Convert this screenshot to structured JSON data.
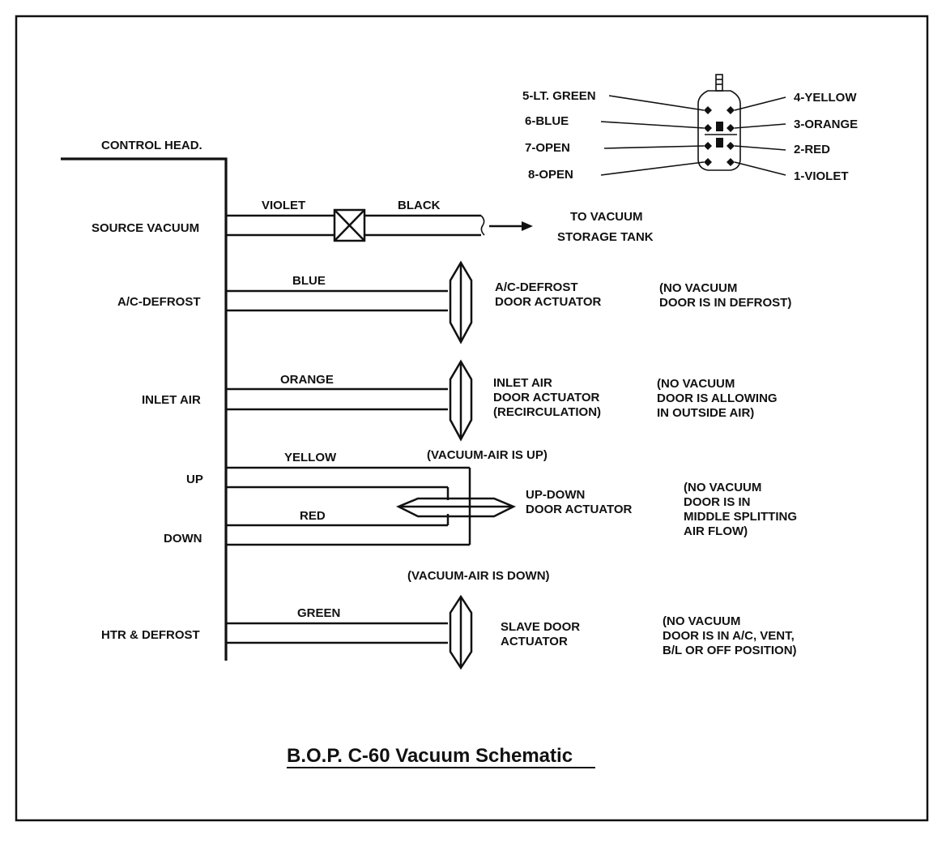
{
  "title": "B.O.P. C-60 Vacuum Schematic",
  "control_head": {
    "label": "CONTROL HEAD.",
    "ports": {
      "source_vacuum": "SOURCE VACUUM",
      "ac_defrost": "A/C-DEFROST",
      "inlet_air": "INLET AIR",
      "up": "UP",
      "down": "DOWN",
      "htr_defrost": "HTR & DEFROST"
    }
  },
  "connector": {
    "left_pins": [
      "5-LT. GREEN",
      "6-BLUE",
      "7-OPEN",
      "8-OPEN"
    ],
    "right_pins": [
      "4-YELLOW",
      "3-ORANGE",
      "2-RED",
      "1-VIOLET"
    ]
  },
  "source_line": {
    "hose_left": "VIOLET",
    "hose_right": "BLACK",
    "destination_line1": "TO VACUUM",
    "destination_line2": "STORAGE TANK"
  },
  "ac_defrost": {
    "hose": "BLUE",
    "actuator_line1": "A/C-DEFROST",
    "actuator_line2": "DOOR ACTUATOR",
    "note_line1": "(NO VACUUM",
    "note_line2": "DOOR IS IN DEFROST)"
  },
  "inlet_air": {
    "hose": "ORANGE",
    "actuator_line1": "INLET AIR",
    "actuator_line2": "DOOR ACTUATOR",
    "actuator_line3": "(RECIRCULATION)",
    "note_line1": "(NO VACUUM",
    "note_line2": "DOOR IS ALLOWING",
    "note_line3": "IN OUTSIDE AIR)"
  },
  "up_down": {
    "hose_up": "YELLOW",
    "hose_down": "RED",
    "note_up": "(VACUUM-AIR IS UP)",
    "note_down": "(VACUUM-AIR IS DOWN)",
    "actuator_line1": "UP-DOWN",
    "actuator_line2": "DOOR ACTUATOR",
    "note_line1": "(NO VACUUM",
    "note_line2": "DOOR IS IN",
    "note_line3": "MIDDLE SPLITTING",
    "note_line4": "AIR FLOW)"
  },
  "slave": {
    "hose": "GREEN",
    "actuator_line1": "SLAVE DOOR",
    "actuator_line2": "ACTUATOR",
    "note_line1": "(NO VACUUM",
    "note_line2": "DOOR IS IN A/C, VENT,",
    "note_line3": "B/L OR OFF POSITION)"
  }
}
